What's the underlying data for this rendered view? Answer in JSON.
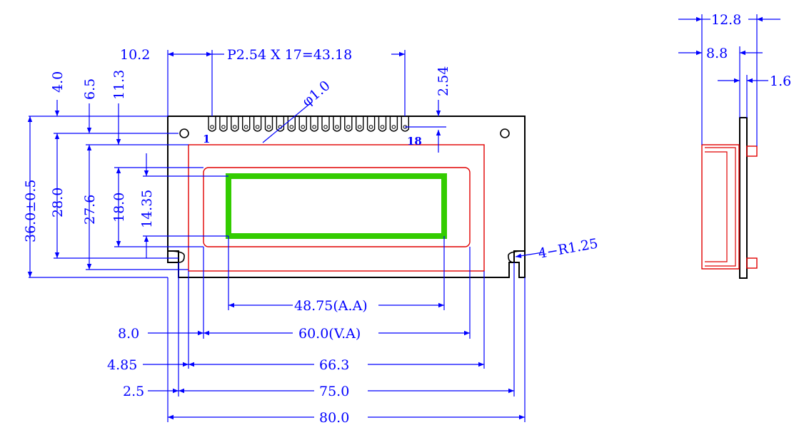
{
  "colors": {
    "outline": "#000000",
    "dimension": "#0000FF",
    "bezel": "#E00000",
    "active_area": "#33CC00",
    "background": "#FFFFFF"
  },
  "labels": {
    "w_pin_offset": "10.2",
    "pin_pitch": "P2.54  X  17=43.18",
    "w_pitch_edge": "2.54",
    "h_pin_row": "4.0",
    "h_hole_center": "6.5",
    "h_bezel_top": "11.3",
    "pin_hole_dia": "φ1.0",
    "h_total": "36.0±0.5",
    "h_hole_span": "28.0",
    "h_bezel": "27.6",
    "h_view_area": "18.0",
    "h_active_area": "14.35",
    "pin_first": "1",
    "pin_last": "18",
    "corner_radius": "4−R1.25",
    "w_active_area": "48.75(A.A)",
    "w_view_offset": "8.0",
    "w_view_area": "60.0(V.A)",
    "w_bezel_offset": "4.85",
    "w_bezel": "66.3",
    "w_hole_offset": "2.5",
    "w_hole_span": "75.0",
    "w_total": "80.0",
    "side_total": "12.8",
    "side_module": "8.8",
    "side_pcb": "1.6"
  }
}
